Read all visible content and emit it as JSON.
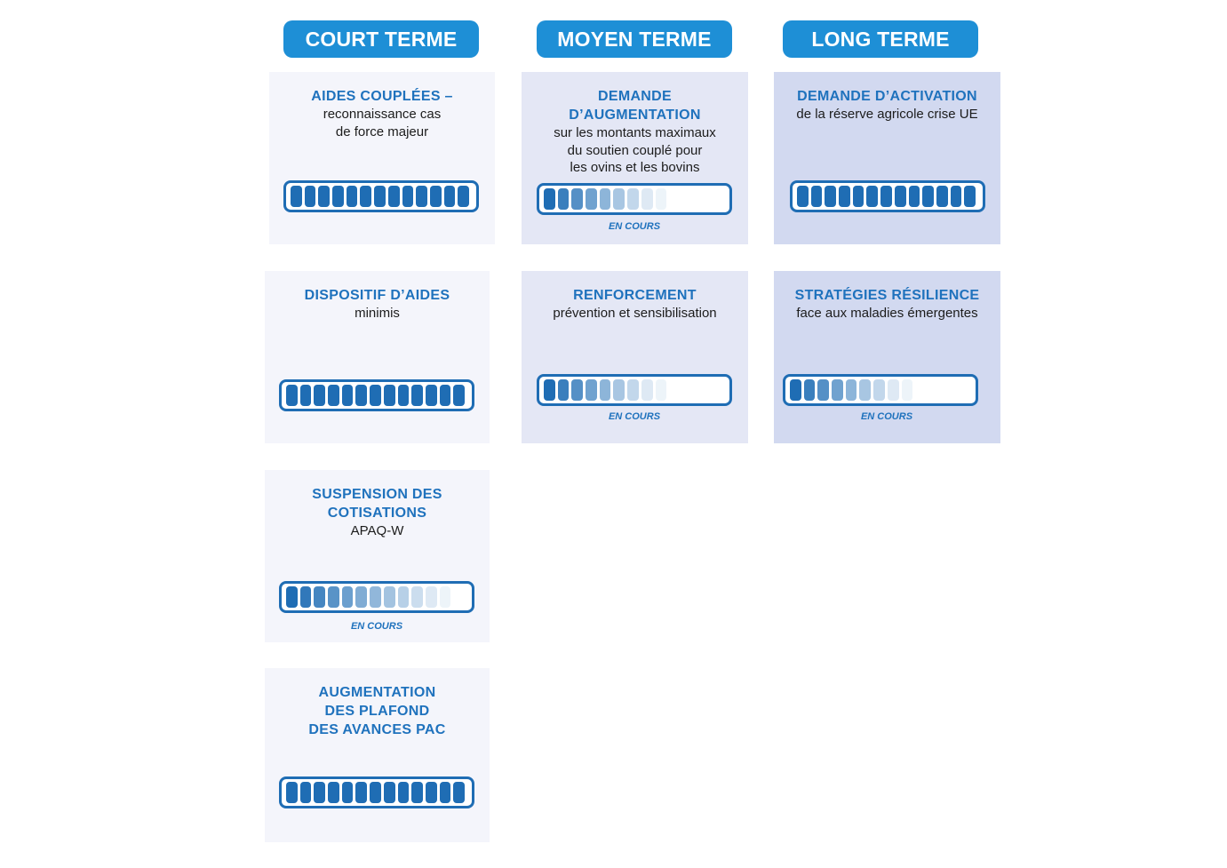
{
  "headers": {
    "court": "COURT TERME",
    "moyen": "MOYEN TERME",
    "long": "LONG TERME"
  },
  "cards": {
    "aides_couplees": {
      "title": "AIDES COUPLÉES –",
      "subtitle": "reconnaissance cas\nde force majeur",
      "progress": 1.0
    },
    "dispositif_aides": {
      "title": "DISPOSITIF D’AIDES",
      "subtitle": "minimis",
      "progress": 1.0
    },
    "suspension_cotisations": {
      "title": "SUSPENSION DES\nCOTISATIONS",
      "subtitle": "APAQ-W",
      "progress": 0.85,
      "status": "EN COURS"
    },
    "augmentation_plafond": {
      "title": "AUGMENTATION\nDES PLAFOND\nDES AVANCES PAC",
      "progress": 1.0
    },
    "demande_augmentation": {
      "title": "DEMANDE\nD’AUGMENTATION",
      "subtitle": "sur les montants maximaux\ndu soutien couplé pour\nles ovins et les bovins",
      "progress": 0.6,
      "status": "EN COURS"
    },
    "renforcement": {
      "title": "RENFORCEMENT",
      "subtitle": "prévention et sensibilisation",
      "progress": 0.6,
      "status": "EN COURS"
    },
    "demande_activation": {
      "title": "DEMANDE D’ACTIVATION",
      "subtitle": "de la réserve agricole crise UE",
      "progress": 1.0
    },
    "strategies_resilience": {
      "title": "STRATÉGIES RÉSILIENCE",
      "subtitle": "face aux maladies émergentes",
      "progress": 0.6,
      "status": "EN COURS"
    }
  },
  "colors": {
    "header_bg": "#1e8fd6",
    "title": "#1f72bd",
    "bar_fill": "#1f6db4",
    "card_light": "#f4f5fb",
    "card_mid": "#e4e7f5",
    "card_dark": "#d2d9f0"
  }
}
